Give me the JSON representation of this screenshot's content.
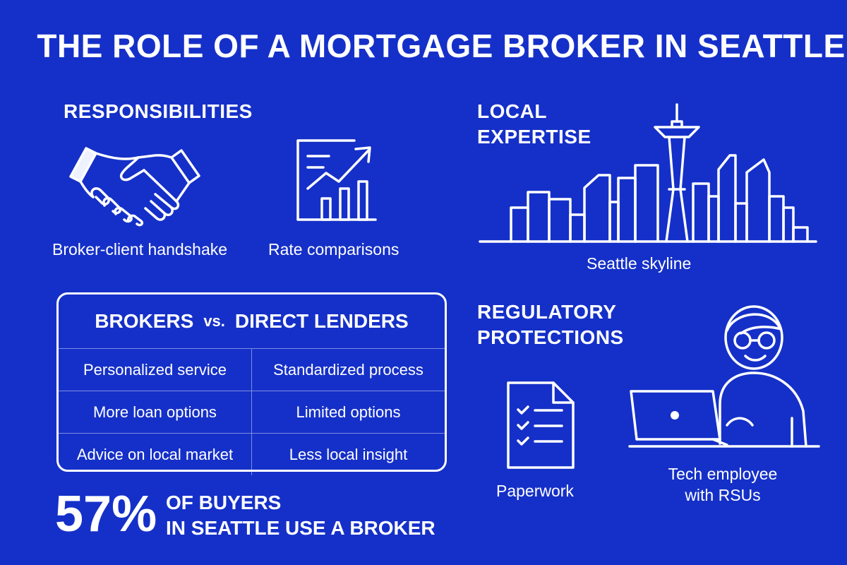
{
  "title": "THE ROLE OF A MORTGAGE BROKER IN SEATTLE",
  "responsibilities": {
    "heading": "RESPONSIBILITIES",
    "handshake_caption": "Broker-client handshake",
    "rates_caption": "Rate comparisons"
  },
  "local_expertise": {
    "heading_line1": "LOCAL",
    "heading_line2": "EXPERTISE",
    "skyline_caption": "Seattle skyline"
  },
  "comparison": {
    "left_header": "BROKERS",
    "vs": "vs.",
    "right_header": "DIRECT LENDERS",
    "rows": [
      {
        "broker": "Personalized service",
        "lender": "Standardized process"
      },
      {
        "broker": "More loan options",
        "lender": "Limited options"
      },
      {
        "broker": "Advice on local market",
        "lender": "Less local insight"
      }
    ]
  },
  "regulatory": {
    "heading_line1": "REGULATORY",
    "heading_line2": "PROTECTIONS",
    "paperwork_caption": "Paperwork",
    "employee_caption_line1": "Tech employee",
    "employee_caption_line2": "with RSUs"
  },
  "stat": {
    "number": "57%",
    "line1": "OF BUYERS",
    "line2": "IN SEATTLE USE A BROKER"
  },
  "colors": {
    "background": "#1530c8",
    "foreground": "#ffffff"
  }
}
